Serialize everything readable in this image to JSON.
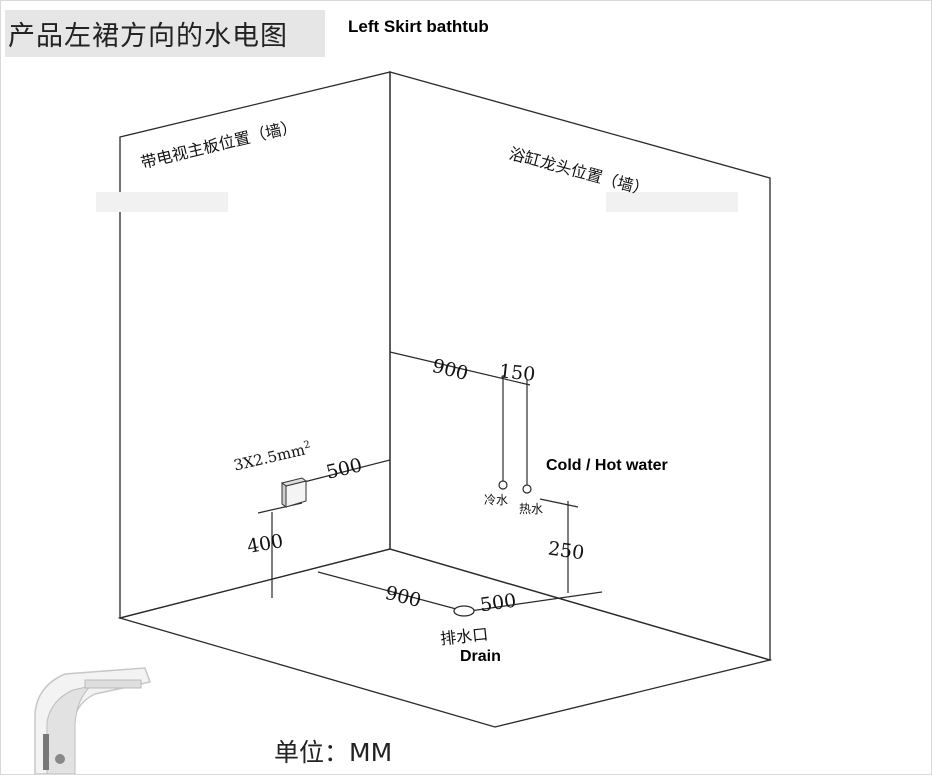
{
  "header": {
    "title_cn": "产品左裙方向的水电图",
    "title_en": "Left Skirt bathtub"
  },
  "walls": {
    "left_wall_label": "带电视主板位置（墙）",
    "right_wall_label": "浴缸龙头位置（墙）"
  },
  "dimensions": {
    "faucet_offset": "900",
    "faucet_spacing": "150",
    "power_offset": "500",
    "power_height": "400",
    "faucet_height": "250",
    "drain_offset_a": "900",
    "drain_offset_b": "500"
  },
  "labels": {
    "power_spec": "3X2.5mm",
    "power_spec_sup": "2",
    "cold_water": "冷水",
    "hot_water": "热水",
    "cold_hot_en": "Cold / Hot water",
    "drain_cn": "排水口",
    "drain_en": "Drain"
  },
  "footer": {
    "unit_label": "单位：MM"
  },
  "colors": {
    "line": "#2a2a2a",
    "header_band": "#e6e6e6"
  }
}
